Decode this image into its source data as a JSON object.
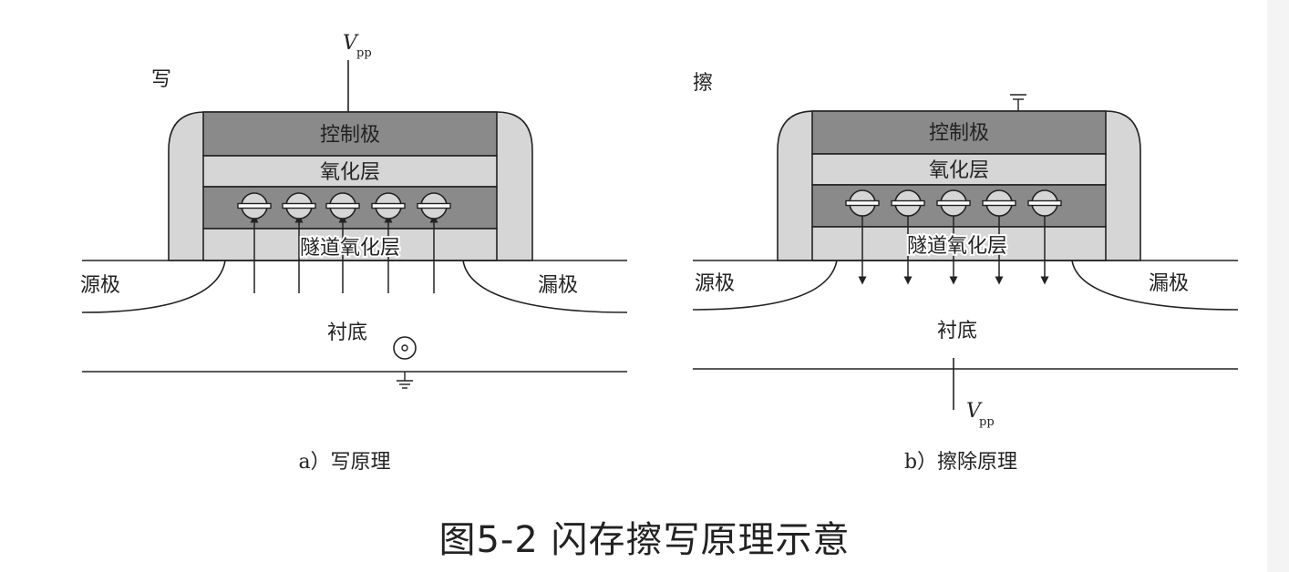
{
  "figure_title": "图5-2 闪存擦写原理示意",
  "colors": {
    "stroke": "#222222",
    "dark_layer": "#8a8a8a",
    "light_layer": "#d6d6d6",
    "background": "#ffffff"
  },
  "panel_a": {
    "mode_label": "写",
    "voltage_symbol": "V",
    "voltage_subscript": "pp",
    "control_gate": "控制极",
    "oxide": "氧化层",
    "tunnel_oxide": "隧道氧化层",
    "source": "源极",
    "drain": "漏极",
    "substrate": "衬底",
    "caption": "a）写原理"
  },
  "panel_b": {
    "mode_label": "擦",
    "voltage_symbol": "V",
    "voltage_subscript": "pp",
    "control_gate": "控制极",
    "oxide": "氧化层",
    "tunnel_oxide": "隧道氧化层",
    "source": "源极",
    "drain": "漏极",
    "substrate": "衬底",
    "caption": "b）擦除原理"
  },
  "electron_count": 5
}
